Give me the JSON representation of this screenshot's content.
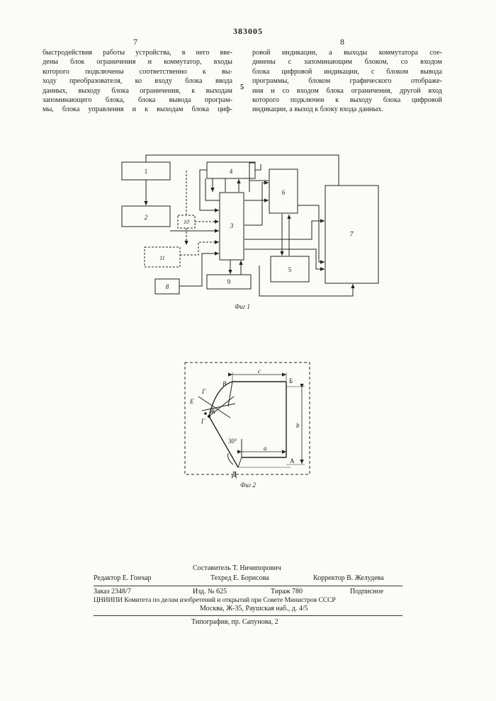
{
  "header": {
    "patent_number": "383005",
    "col_left_number": "7",
    "col_right_number": "8",
    "margin_line_number": "5"
  },
  "text": {
    "left_lines": [
      "быстродействия работы устройства, в него вве-",
      "дены блок ограничения и коммутатор, входы",
      "которого подключены соответственно к вы-",
      "ходу преобразователя, ко входу блока ввода",
      "данных, выходу блока ограничения, к выходам",
      "запоминающего блока, блока вывода програм-",
      "мы, блока управления и к выходам блока циф-"
    ],
    "right_lines": [
      "ровой индикации, а выходы коммутатора сое-",
      "динены с запоминающим блоком, со входом",
      "блока цифровой индикации, с блоком вывода",
      "программы, блоком графического отображе-",
      "ния и со входом блока ограничения, другой вход",
      "которого подключен к выходу блока цифровой",
      "индикации, а выход к блоку входа данных."
    ]
  },
  "figure1": {
    "caption": "Фиг 1",
    "blocks": [
      {
        "label": "1"
      },
      {
        "label": "2"
      },
      {
        "label": "3"
      },
      {
        "label": "4"
      },
      {
        "label": "5"
      },
      {
        "label": "6"
      },
      {
        "label": "7"
      },
      {
        "label": "8"
      },
      {
        "label": "9"
      },
      {
        "label": "10"
      },
      {
        "label": "11"
      }
    ]
  },
  "figure2": {
    "caption": "Фиг 2",
    "points": {
      "A": "А",
      "B": "Б",
      "V": "В",
      "G1": "Г",
      "G2": "Г",
      "D": "Д",
      "E": "Е",
      "Zh": "Ж"
    },
    "dimensions": {
      "a": "a",
      "b": "b",
      "c": "c"
    },
    "angle": "30°"
  },
  "footer": {
    "compiler": "Составитель Т. Ничипорович",
    "editor": "Редактор Е. Гончар",
    "techred": "Техред Е. Борисова",
    "corrector": "Корректор В. Желудева",
    "order": "Заказ 2348/7",
    "izd": "Изд. № 625",
    "tirazh": "Тираж 780",
    "podpisnoe": "Подписное",
    "org1": "ЦНИИПИ Комитета по делам изобретений и открытий при Совете Министров СССР",
    "org2": "Москва, Ж-35, Раушская наб., д. 4/5",
    "printer": "Типография, пр. Сапунова, 2"
  }
}
